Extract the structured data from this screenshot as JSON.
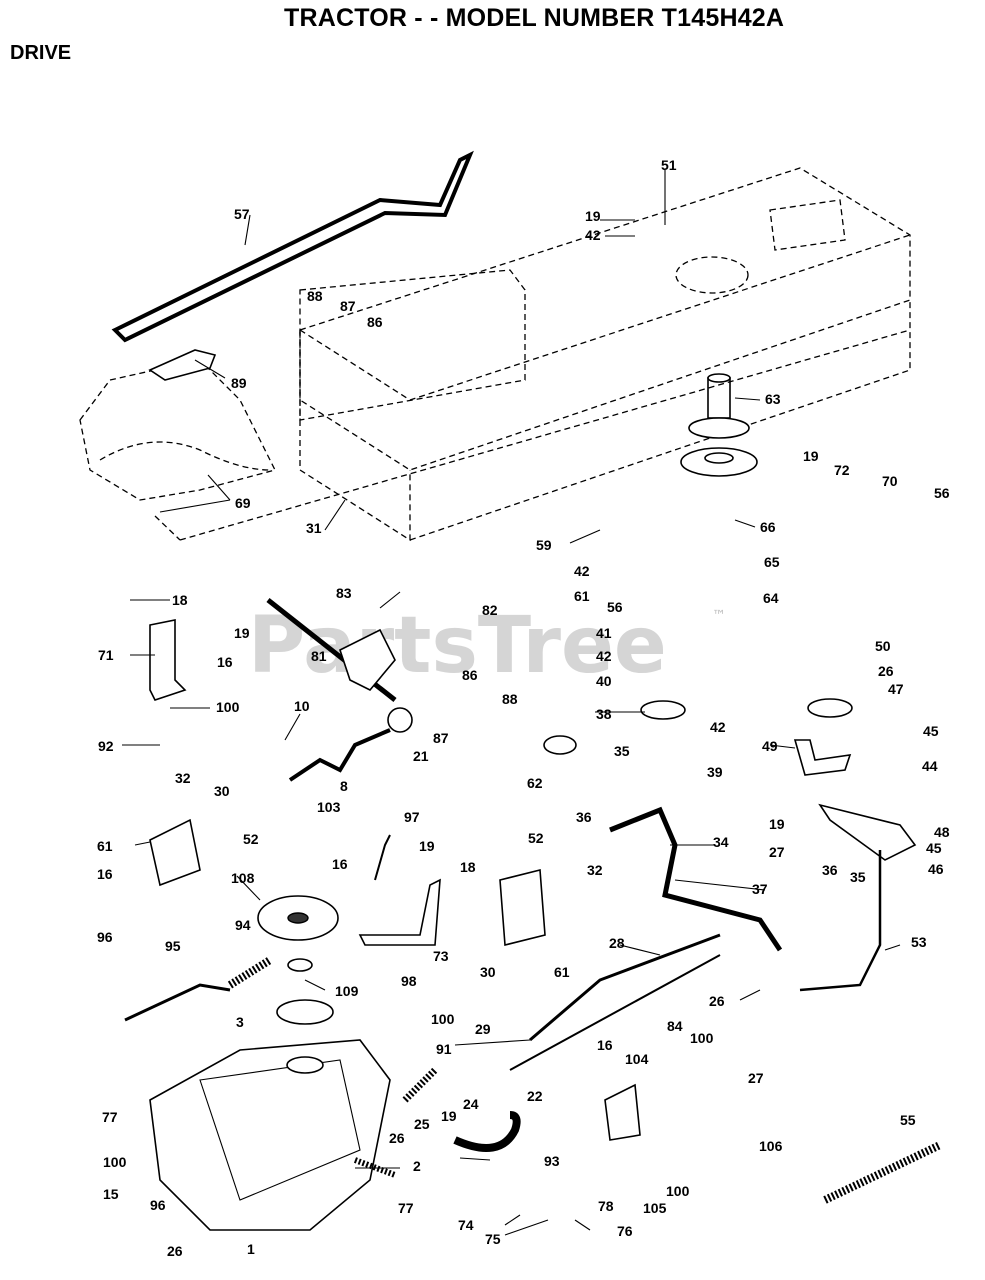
{
  "header": {
    "title": "TRACTOR - - MODEL NUMBER T145H42A",
    "section": "DRIVE"
  },
  "watermark": {
    "text": "PartsTree",
    "tm": "™"
  },
  "callouts": [
    {
      "id": "c51",
      "label": "51"
    },
    {
      "id": "c19a",
      "label": "19"
    },
    {
      "id": "c42a",
      "label": "42"
    },
    {
      "id": "c57",
      "label": "57"
    },
    {
      "id": "c88a",
      "label": "88"
    },
    {
      "id": "c87a",
      "label": "87"
    },
    {
      "id": "c86a",
      "label": "86"
    },
    {
      "id": "c89",
      "label": "89"
    },
    {
      "id": "c63",
      "label": "63"
    },
    {
      "id": "c19b",
      "label": "19"
    },
    {
      "id": "c72",
      "label": "72"
    },
    {
      "id": "c70",
      "label": "70"
    },
    {
      "id": "c56a",
      "label": "56"
    },
    {
      "id": "c69",
      "label": "69"
    },
    {
      "id": "c31",
      "label": "31"
    },
    {
      "id": "c66",
      "label": "66"
    },
    {
      "id": "c59",
      "label": "59"
    },
    {
      "id": "c42b",
      "label": "42"
    },
    {
      "id": "c61a",
      "label": "61"
    },
    {
      "id": "c56b",
      "label": "56"
    },
    {
      "id": "c65",
      "label": "65"
    },
    {
      "id": "c64",
      "label": "64"
    },
    {
      "id": "c18a",
      "label": "18"
    },
    {
      "id": "c83",
      "label": "83"
    },
    {
      "id": "c82",
      "label": "82"
    },
    {
      "id": "c19c",
      "label": "19"
    },
    {
      "id": "c71",
      "label": "71"
    },
    {
      "id": "c16a",
      "label": "16"
    },
    {
      "id": "c81",
      "label": "81"
    },
    {
      "id": "c41",
      "label": "41"
    },
    {
      "id": "c42c",
      "label": "42"
    },
    {
      "id": "c50",
      "label": "50"
    },
    {
      "id": "c26a",
      "label": "26"
    },
    {
      "id": "c86b",
      "label": "86"
    },
    {
      "id": "c40",
      "label": "40"
    },
    {
      "id": "c47",
      "label": "47"
    },
    {
      "id": "c100a",
      "label": "100"
    },
    {
      "id": "c88b",
      "label": "88"
    },
    {
      "id": "c92",
      "label": "92"
    },
    {
      "id": "c10",
      "label": "10"
    },
    {
      "id": "c87b",
      "label": "87"
    },
    {
      "id": "c38",
      "label": "38"
    },
    {
      "id": "c42d",
      "label": "42"
    },
    {
      "id": "c45a",
      "label": "45"
    },
    {
      "id": "c21",
      "label": "21"
    },
    {
      "id": "c35a",
      "label": "35"
    },
    {
      "id": "c49",
      "label": "49"
    },
    {
      "id": "c44",
      "label": "44"
    },
    {
      "id": "c39",
      "label": "39"
    },
    {
      "id": "c8",
      "label": "8"
    },
    {
      "id": "c32a",
      "label": "32"
    },
    {
      "id": "c62",
      "label": "62"
    },
    {
      "id": "c30a",
      "label": "30"
    },
    {
      "id": "c103",
      "label": "103"
    },
    {
      "id": "c97",
      "label": "97"
    },
    {
      "id": "c36a",
      "label": "36"
    },
    {
      "id": "c48",
      "label": "48"
    },
    {
      "id": "c34",
      "label": "34"
    },
    {
      "id": "c52a",
      "label": "52"
    },
    {
      "id": "c19d",
      "label": "19"
    },
    {
      "id": "c61b",
      "label": "61"
    },
    {
      "id": "c52b",
      "label": "52"
    },
    {
      "id": "c19e",
      "label": "19"
    },
    {
      "id": "c27a",
      "label": "27"
    },
    {
      "id": "c16b",
      "label": "16"
    },
    {
      "id": "c18b",
      "label": "18"
    },
    {
      "id": "c45b",
      "label": "45"
    },
    {
      "id": "c16c",
      "label": "16"
    },
    {
      "id": "c108",
      "label": "108"
    },
    {
      "id": "c32b",
      "label": "32"
    },
    {
      "id": "c46",
      "label": "46"
    },
    {
      "id": "c37",
      "label": "37"
    },
    {
      "id": "c36b",
      "label": "36"
    },
    {
      "id": "c35b",
      "label": "35"
    },
    {
      "id": "c94",
      "label": "94"
    },
    {
      "id": "c73",
      "label": "73"
    },
    {
      "id": "c96a",
      "label": "96"
    },
    {
      "id": "c30b",
      "label": "30"
    },
    {
      "id": "c61c",
      "label": "61"
    },
    {
      "id": "c28",
      "label": "28"
    },
    {
      "id": "c53",
      "label": "53"
    },
    {
      "id": "c95",
      "label": "95"
    },
    {
      "id": "c98",
      "label": "98"
    },
    {
      "id": "c109",
      "label": "109"
    },
    {
      "id": "c26b",
      "label": "26"
    },
    {
      "id": "c3",
      "label": "3"
    },
    {
      "id": "c100b",
      "label": "100"
    },
    {
      "id": "c29",
      "label": "29"
    },
    {
      "id": "c91",
      "label": "91"
    },
    {
      "id": "c84",
      "label": "84"
    },
    {
      "id": "c16d",
      "label": "16"
    },
    {
      "id": "c100c",
      "label": "100"
    },
    {
      "id": "c27b",
      "label": "27"
    },
    {
      "id": "c104",
      "label": "104"
    },
    {
      "id": "c77a",
      "label": "77"
    },
    {
      "id": "c19f",
      "label": "19"
    },
    {
      "id": "c24",
      "label": "24"
    },
    {
      "id": "c22",
      "label": "22"
    },
    {
      "id": "c26c",
      "label": "26"
    },
    {
      "id": "c25",
      "label": "25"
    },
    {
      "id": "c55",
      "label": "55"
    },
    {
      "id": "c106",
      "label": "106"
    },
    {
      "id": "c100d",
      "label": "100"
    },
    {
      "id": "c93",
      "label": "93"
    },
    {
      "id": "c100e",
      "label": "100"
    },
    {
      "id": "c2",
      "label": "2"
    },
    {
      "id": "c15",
      "label": "15"
    },
    {
      "id": "c105",
      "label": "105"
    },
    {
      "id": "c96b",
      "label": "96"
    },
    {
      "id": "c77b",
      "label": "77"
    },
    {
      "id": "c78",
      "label": "78"
    },
    {
      "id": "c74",
      "label": "74"
    },
    {
      "id": "c75",
      "label": "75"
    },
    {
      "id": "c76",
      "label": "76"
    },
    {
      "id": "c26d",
      "label": "26"
    },
    {
      "id": "c1",
      "label": "1"
    }
  ]
}
